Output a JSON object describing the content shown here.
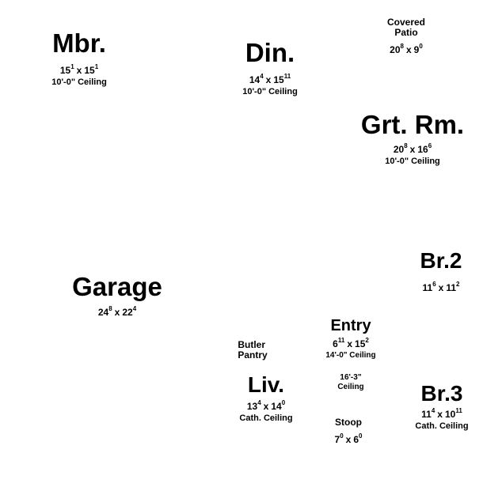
{
  "sep": "x",
  "colors": {
    "background": "#ffffff",
    "text": "#000000"
  },
  "rooms": [
    {
      "name": "Mbr.",
      "dim": {
        "wf": "15",
        "wi": "1",
        "df": "15",
        "di": "1"
      },
      "ceiling": "10'-0\" Ceiling"
    },
    {
      "name": "Din.",
      "dim": {
        "wf": "14",
        "wi": "4",
        "df": "15",
        "di": "11"
      },
      "ceiling": "10'-0\" Ceiling"
    },
    {
      "lines": [
        "Covered",
        "Patio"
      ],
      "dim": {
        "wf": "20",
        "wi": "8",
        "df": "9",
        "di": "0"
      }
    },
    {
      "name": "Grt. Rm.",
      "dim": {
        "wf": "20",
        "wi": "8",
        "df": "16",
        "di": "6"
      },
      "ceiling": "10'-0\" Ceiling"
    },
    {
      "name": "Br.2",
      "dim": {
        "wf": "11",
        "wi": "6",
        "df": "11",
        "di": "2"
      }
    },
    {
      "name": "Garage",
      "dim": {
        "wf": "24",
        "wi": "8",
        "df": "22",
        "di": "4"
      }
    },
    {
      "name": "Entry",
      "dim": {
        "wf": "6",
        "wi": "11",
        "df": "15",
        "di": "2"
      },
      "ceiling": "14'-0\" Ceiling"
    },
    {
      "lines": [
        "Butler",
        "Pantry"
      ]
    },
    {
      "lines": [
        "16'-3\"",
        "Ceiling"
      ]
    },
    {
      "name": "Liv.",
      "dim": {
        "wf": "13",
        "wi": "4",
        "df": "14",
        "di": "0"
      },
      "ceiling": "Cath. Ceiling"
    },
    {
      "name": "Br.3",
      "dim": {
        "wf": "11",
        "wi": "4",
        "df": "10",
        "di": "11"
      },
      "ceiling": "Cath. Ceiling"
    },
    {
      "name": "Stoop",
      "dim": {
        "wf": "7",
        "wi": "0",
        "df": "6",
        "di": "0"
      }
    }
  ]
}
